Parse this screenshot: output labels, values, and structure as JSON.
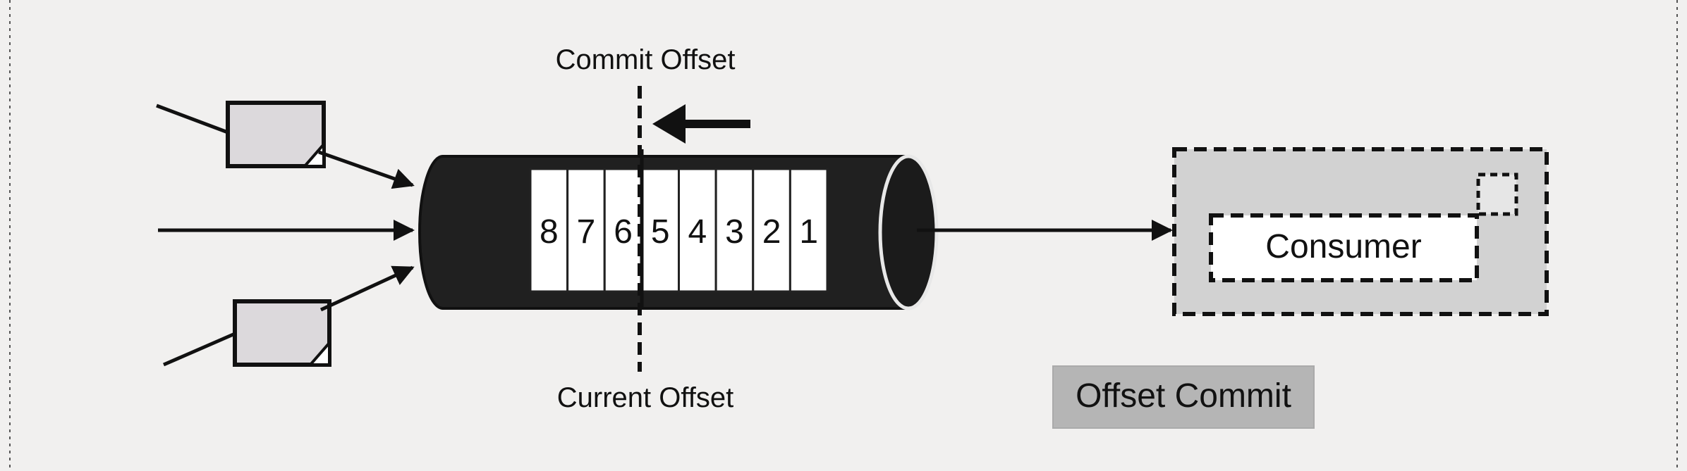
{
  "labels": {
    "commit_offset": "Commit Offset",
    "current_offset": "Current Offset",
    "consumer": "Consumer",
    "offset_commit": "Offset Commit"
  },
  "partition_cells": [
    "8",
    "7",
    "6",
    "5",
    "4",
    "3",
    "2",
    "1"
  ],
  "colors": {
    "background": "#f1f0ef",
    "ink": "#111111",
    "pipe": "#202020",
    "cell": "#ffffff",
    "message_card": "#dcd9dc",
    "consumer_box": "#d2d2d2",
    "commit_badge": "#b5b5b5"
  },
  "icons": {
    "message": "document-icon",
    "direction": "arrow-left-icon"
  }
}
